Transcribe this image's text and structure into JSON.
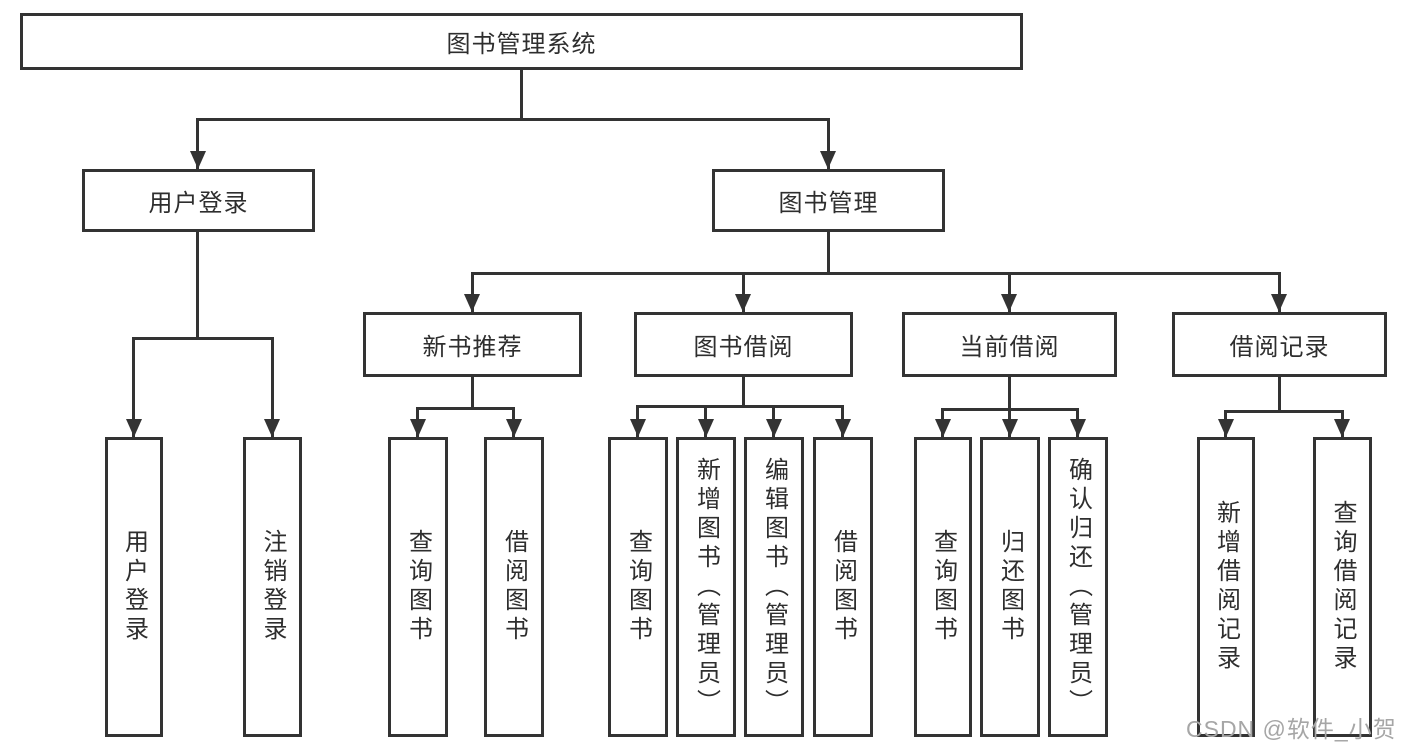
{
  "tree": {
    "label": "图书管理系统",
    "children": [
      {
        "label": "用户登录",
        "children": [
          {
            "label": "用户登录"
          },
          {
            "label": "注销登录"
          }
        ]
      },
      {
        "label": "图书管理",
        "children": [
          {
            "label": "新书推荐",
            "children": [
              {
                "label": "查询图书"
              },
              {
                "label": "借阅图书"
              }
            ]
          },
          {
            "label": "图书借阅",
            "children": [
              {
                "label": "查询图书"
              },
              {
                "label": "新增图书（管理员）"
              },
              {
                "label": "编辑图书（管理员）"
              },
              {
                "label": "借阅图书"
              }
            ]
          },
          {
            "label": "当前借阅",
            "children": [
              {
                "label": "查询图书"
              },
              {
                "label": "归还图书"
              },
              {
                "label": "确认归还（管理员）"
              }
            ]
          },
          {
            "label": "借阅记录",
            "children": [
              {
                "label": "新增借阅记录"
              },
              {
                "label": "查询借阅记录"
              }
            ]
          }
        ]
      }
    ]
  },
  "watermark": {
    "text": "CSDN @软件_小贺同学"
  },
  "colors": {
    "line": "#333333",
    "text": "#2e2e2e",
    "watermark": "#a6a6a6",
    "background": "#ffffff"
  }
}
